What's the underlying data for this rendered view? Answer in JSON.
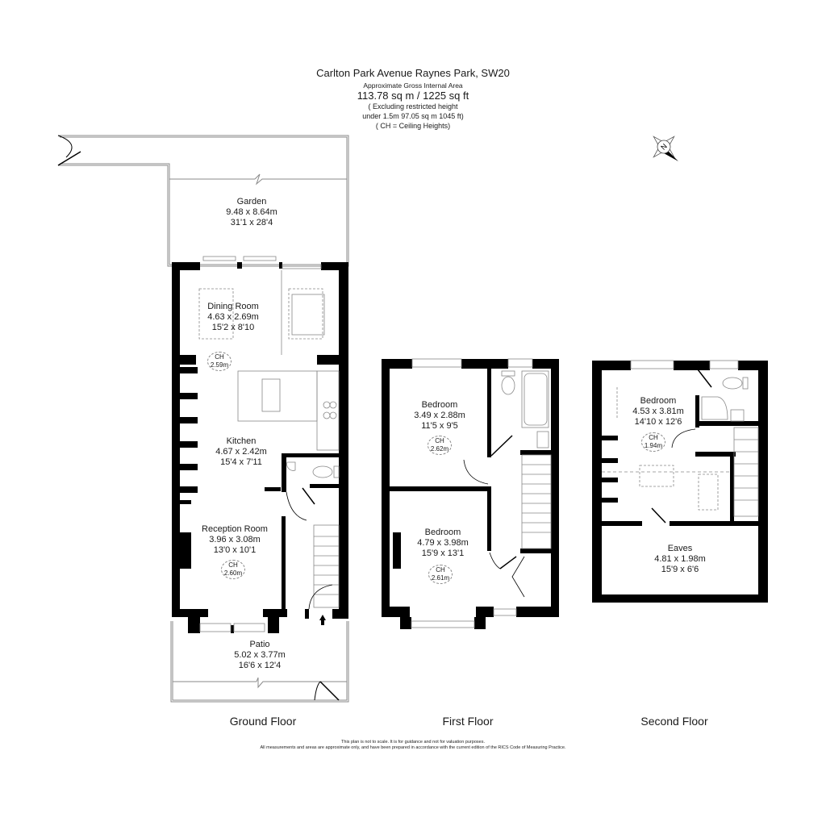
{
  "header": {
    "address": "Carlton Park Avenue Raynes Park, SW20",
    "area_label": "Approximate Gross Internal Area",
    "area_value": "113.78 sq m / 1225 sq ft",
    "restricted_line1": "( Excluding restricted height",
    "restricted_line2": "under 1.5m 97.05 sq m 1045 ft)",
    "ch_note": "( CH = Ceiling Heights)"
  },
  "compass": {
    "label": "N"
  },
  "floors": {
    "ground": {
      "name": "Ground Floor",
      "rooms": {
        "garden": {
          "name": "Garden",
          "metric": "9.48 x 8.64m",
          "imperial": "31'1 x 28'4"
        },
        "dining": {
          "name": "Dining Room",
          "metric": "4.63 x 2.69m",
          "imperial": "15'2 x 8'10",
          "ch": "2.59m"
        },
        "kitchen": {
          "name": "Kitchen",
          "metric": "4.67 x 2.42m",
          "imperial": "15'4 x 7'11"
        },
        "reception": {
          "name": "Reception Room",
          "metric": "3.96 x 3.08m",
          "imperial": "13'0 x 10'1",
          "ch": "2.60m"
        },
        "patio": {
          "name": "Patio",
          "metric": "5.02 x 3.77m",
          "imperial": "16'6 x 12'4"
        }
      }
    },
    "first": {
      "name": "First Floor",
      "rooms": {
        "bedroom_rear": {
          "name": "Bedroom",
          "metric": "3.49 x 2.88m",
          "imperial": "11'5 x 9'5",
          "ch": "2.62m"
        },
        "bedroom_front": {
          "name": "Bedroom",
          "metric": "4.79 x 3.98m",
          "imperial": "15'9 x 13'1",
          "ch": "2.61m"
        }
      }
    },
    "second": {
      "name": "Second Floor",
      "rooms": {
        "bedroom": {
          "name": "Bedroom",
          "metric": "4.53 x 3.81m",
          "imperial": "14'10 x 12'6",
          "ch": "1.94m"
        },
        "eaves": {
          "name": "Eaves",
          "metric": "4.81 x 1.98m",
          "imperial": "15'9 x 6'6"
        }
      }
    }
  },
  "ch_label": "CH",
  "disclaimer": {
    "line1": "This plan is not to scale. It is for guidance and not for valuation purposes.",
    "line2": "All measurements and areas are approximate only, and have been prepared in accordance with the current edition of the RICS Code of Measuring Practice."
  },
  "colors": {
    "wall": "#000000",
    "outline": "#8a8a8a",
    "background": "#ffffff"
  }
}
